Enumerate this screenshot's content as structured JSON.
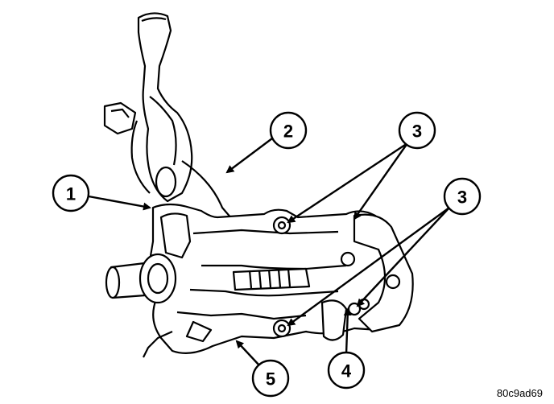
{
  "figure": {
    "code": "80c9ad69",
    "colors": {
      "ink": "#000000",
      "paper": "#ffffff",
      "shade": "#d9d9d9"
    },
    "callouts": [
      {
        "id": "callout-1",
        "label": "1"
      },
      {
        "id": "callout-2",
        "label": "2"
      },
      {
        "id": "callout-3-top",
        "label": "3"
      },
      {
        "id": "callout-3-right",
        "label": "3"
      },
      {
        "id": "callout-4",
        "label": "4"
      },
      {
        "id": "callout-5",
        "label": "5"
      }
    ]
  }
}
